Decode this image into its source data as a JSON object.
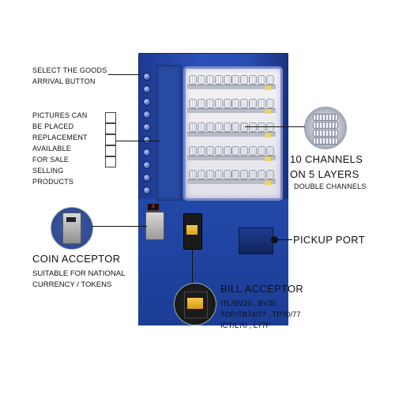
{
  "labels": {
    "select_goods": [
      "SELECT THE GOODS",
      "ARRIVAL BUTTON"
    ],
    "pictures": [
      "PICTURES CAN",
      "BE PLACED",
      "REPLACEMENT",
      "AVAILABLE",
      "FOR SALE",
      "SELLING",
      "PRODUCTS"
    ],
    "channels_title": [
      "10 CHANNELS",
      "ON 5 LAYERS"
    ],
    "channels_sub": "DOUBLE CHANNELS",
    "pickup_port": "PICKUP PORT",
    "coin_title": "COIN ACCEPTOR",
    "coin_sub": [
      "SUITABLE FOR NATIONAL",
      "CURRENCY / TOKENS"
    ],
    "bill_title": "BILL ACCEPTOR",
    "bill_models": [
      "ITL/BV20 , BV30",
      "TOP/TB74/77 , TP70/77",
      "ICT/L70 , L77F"
    ]
  },
  "colors": {
    "cabinet": "#2a4fb3",
    "window_border": "#7b8ac8",
    "label_text": "#111111",
    "led": "#ff3b2f"
  },
  "icons": {
    "coil": "spiral-coil-icon",
    "coin": "coin-acceptor-icon",
    "bill": "bill-acceptor-icon"
  }
}
